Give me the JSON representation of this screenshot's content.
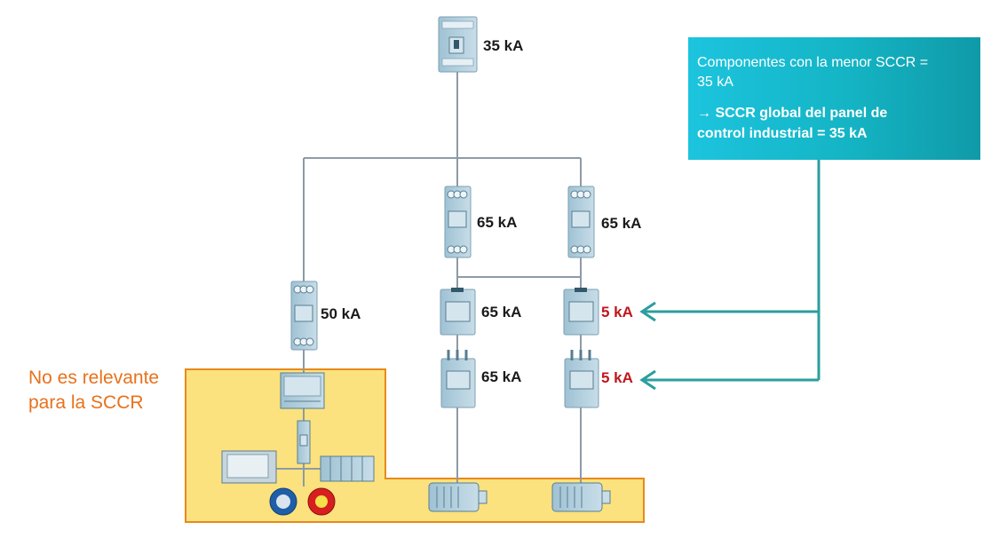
{
  "ratings": {
    "main_breaker": "35 kA",
    "breaker_mid": "65 kA",
    "breaker_right": "65 kA",
    "breaker_left": "50 kA",
    "contactor_mid": "65 kA",
    "contactor_right": "5 kA",
    "overload_mid": "65 kA",
    "overload_right": "5 kA"
  },
  "note": {
    "line1": "No es relevante",
    "line2": "para la SCCR"
  },
  "callout": {
    "line1": "Componentes con la menor SCCR =",
    "line2": "35 kA",
    "line3": "→ SCCR global del panel de",
    "line4": "control industrial = 35 kA"
  },
  "colors": {
    "wire": "#8e9ba6",
    "device": "#a9c8d8",
    "highlight_zone": "#fbe27e",
    "highlight_border": "#e8891b",
    "arrow": "#2c9e9e",
    "red_rating": "#c0161c",
    "note_text": "#e8711b"
  }
}
